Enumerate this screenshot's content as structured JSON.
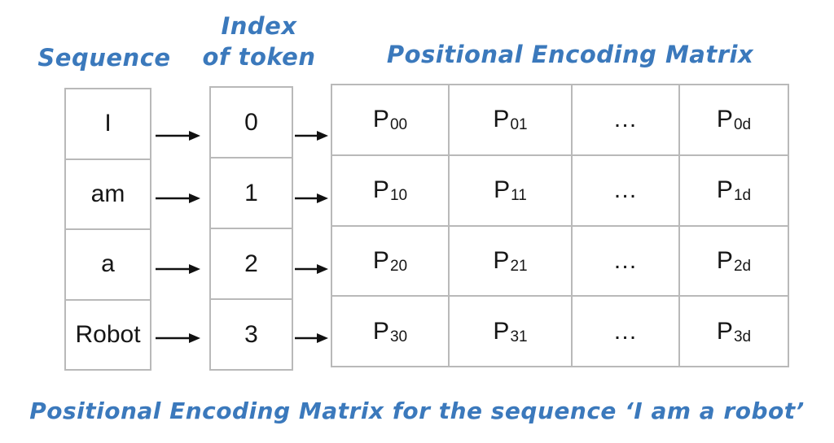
{
  "labels": {
    "sequence_title": "Sequence",
    "index_title_line1": "Index",
    "index_title_line2": "of token",
    "matrix_title": "Positional Encoding Matrix",
    "caption": "Positional Encoding Matrix for the sequence ‘I am a robot’"
  },
  "sequence": {
    "tokens": [
      "I",
      "am",
      "a",
      "Robot"
    ]
  },
  "indices": {
    "values": [
      "0",
      "1",
      "2",
      "3"
    ]
  },
  "matrix": {
    "rows": [
      {
        "cells": [
          {
            "base": "P",
            "sub": "00"
          },
          {
            "base": "P",
            "sub": "01"
          },
          {
            "base": "…",
            "sub": ""
          },
          {
            "base": "P",
            "sub": "0d"
          }
        ]
      },
      {
        "cells": [
          {
            "base": "P",
            "sub": "10"
          },
          {
            "base": "P",
            "sub": "11"
          },
          {
            "base": "…",
            "sub": ""
          },
          {
            "base": "P",
            "sub": "1d"
          }
        ]
      },
      {
        "cells": [
          {
            "base": "P",
            "sub": "20"
          },
          {
            "base": "P",
            "sub": "21"
          },
          {
            "base": "…",
            "sub": ""
          },
          {
            "base": "P",
            "sub": "2d"
          }
        ]
      },
      {
        "cells": [
          {
            "base": "P",
            "sub": "30"
          },
          {
            "base": "P",
            "sub": "31"
          },
          {
            "base": "…",
            "sub": ""
          },
          {
            "base": "P",
            "sub": "3d"
          }
        ]
      }
    ]
  },
  "colors": {
    "accent_blue": "#3b79bc",
    "border_gray": "#b9b9b9",
    "arrow_black": "#111111"
  }
}
